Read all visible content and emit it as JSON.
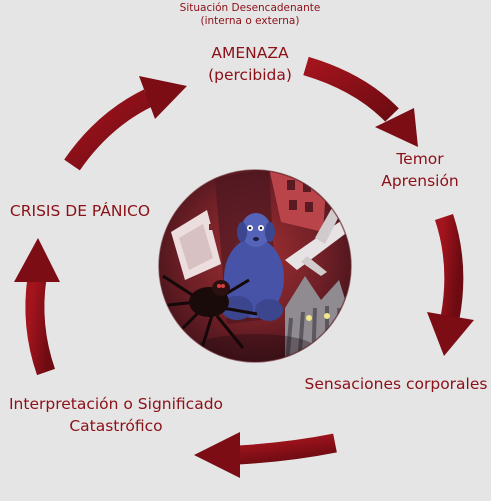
{
  "trigger": {
    "line1": "Situación Desencadenante",
    "line2": "(interna o externa)"
  },
  "threat": {
    "line1": "AMENAZA",
    "line2": "(percibida)"
  },
  "fear": {
    "line1": "Temor",
    "line2": "Aprensión"
  },
  "sensations": {
    "line1": "Sensaciones corporales"
  },
  "interpretation": {
    "line1": "Interpretación o Significado",
    "line2": "Catastrófico"
  },
  "panic": {
    "line1": "CRISIS DE PÁNICO"
  },
  "colors": {
    "arrow": "#8b1018",
    "text": "#8b1018",
    "background": "#e6e5e5"
  }
}
